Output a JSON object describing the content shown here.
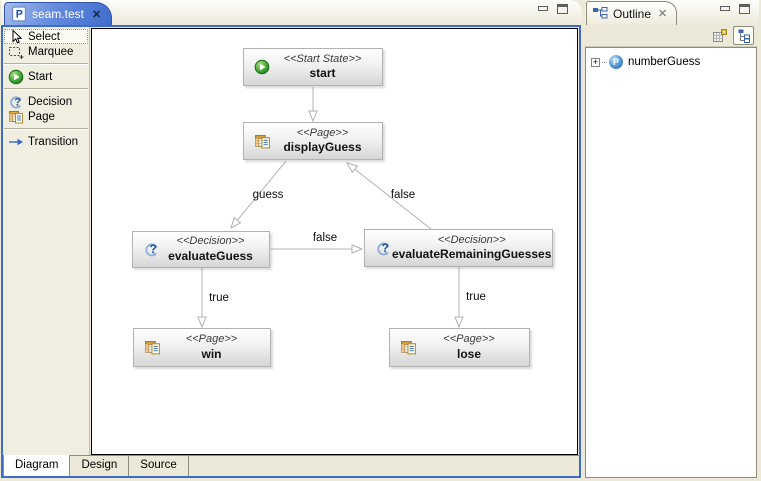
{
  "editor": {
    "tab": {
      "label": "seam.test",
      "icon": "pageflow-file-icon",
      "icon_letter": "P",
      "close_glyph": "✕"
    },
    "window_buttons": {
      "minimize_icon": "minimize-icon",
      "maximize_icon": "maximize-icon"
    },
    "palette": {
      "items": [
        {
          "label": "Select",
          "icon": "select-cursor-icon",
          "selected": true
        },
        {
          "label": "Marquee",
          "icon": "marquee-icon",
          "selected": false
        },
        {
          "label": "Start",
          "icon": "start-icon",
          "selected": false
        },
        {
          "label": "Decision",
          "icon": "decision-icon",
          "selected": false
        },
        {
          "label": "Page",
          "icon": "page-icon",
          "selected": false
        },
        {
          "label": "Transition",
          "icon": "transition-arrow-icon",
          "selected": false
        }
      ]
    },
    "page_tabs": [
      {
        "label": "Diagram",
        "active": true
      },
      {
        "label": "Design",
        "active": false
      },
      {
        "label": "Source",
        "active": false
      }
    ]
  },
  "diagram": {
    "nodes": [
      {
        "name": "start",
        "stereotype": "<<Start State>>",
        "type": "start-state",
        "icon": "start-icon"
      },
      {
        "name": "displayGuess",
        "stereotype": "<<Page>>",
        "type": "page",
        "icon": "page-icon"
      },
      {
        "name": "evaluateGuess",
        "stereotype": "<<Decision>>",
        "type": "decision",
        "icon": "decision-icon"
      },
      {
        "name": "evaluateRemainingGuesses",
        "stereotype": "<<Decision>>",
        "type": "decision",
        "icon": "decision-icon"
      },
      {
        "name": "win",
        "stereotype": "<<Page>>",
        "type": "page",
        "icon": "page-icon"
      },
      {
        "name": "lose",
        "stereotype": "<<Page>>",
        "type": "page",
        "icon": "page-icon"
      }
    ],
    "transitions": [
      {
        "from": "start",
        "to": "displayGuess",
        "label": ""
      },
      {
        "from": "displayGuess",
        "to": "evaluateGuess",
        "label": "guess"
      },
      {
        "from": "evaluateGuess",
        "to": "evaluateRemainingGuesses",
        "label": "false"
      },
      {
        "from": "evaluateRemainingGuesses",
        "to": "displayGuess",
        "label": "false"
      },
      {
        "from": "evaluateGuess",
        "to": "win",
        "label": "true"
      },
      {
        "from": "evaluateRemainingGuesses",
        "to": "lose",
        "label": "true"
      }
    ]
  },
  "outline": {
    "tab": {
      "label": "Outline",
      "icon": "outline-icon",
      "close_glyph": "✕"
    },
    "window_buttons": {
      "minimize_icon": "minimize-icon",
      "maximize_icon": "maximize-icon"
    },
    "toolbar": [
      {
        "icon": "overview-mode-icon",
        "pressed": false
      },
      {
        "icon": "tree-mode-icon",
        "pressed": true
      }
    ],
    "tree": [
      {
        "label": "numberGuess",
        "icon": "pageflow-node-icon",
        "icon_letter": "P",
        "expandable": true,
        "expand_glyph": "+"
      }
    ]
  },
  "colors": {
    "chrome_bg": "#ece9d8",
    "active_tab_blue": "#3f6ccd",
    "part_highlight_border": "#3f6cc8",
    "canvas_bg": "#ffffff",
    "node_border": "#b2b2b2",
    "edge_line": "#b3b3b3",
    "start_green": "#2e8f2e",
    "decision_blue": "#1e4f9e",
    "page_orange": "#e9a63d"
  }
}
